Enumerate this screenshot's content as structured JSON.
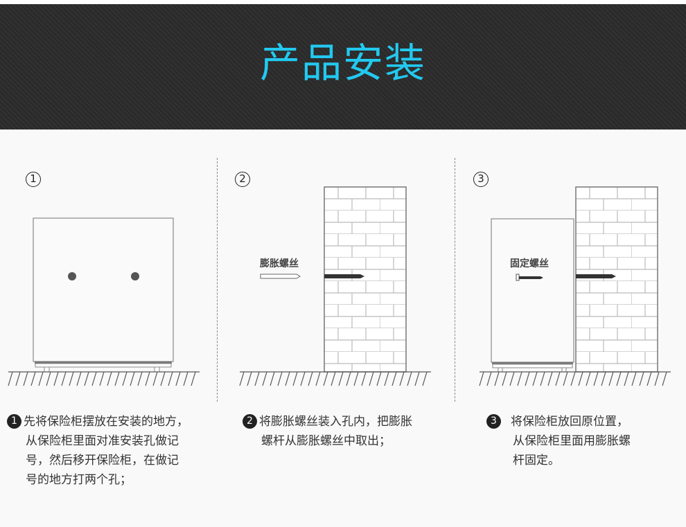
{
  "title": "产品安装",
  "colors": {
    "title": "#22c9f0",
    "header_bg": "#2a2a2a"
  },
  "steps": [
    {
      "number": "1",
      "diagram_label": "",
      "lines": [
        "先将保险柜摆放在安装的地方，",
        "从保险柜里面对准安装孔做记",
        "号，然后移开保险柜，在做记",
        "号的地方打两个孔；"
      ]
    },
    {
      "number": "2",
      "diagram_label": "膨胀螺丝",
      "lines": [
        "将膨胀螺丝装入孔内，把膨胀",
        "螺杆从膨胀螺丝中取出；"
      ]
    },
    {
      "number": "3",
      "diagram_label": "固定螺丝",
      "lines": [
        "将保险柜放回原位置，",
        "从保险柜里面用膨胀螺",
        "杆固定。"
      ]
    }
  ]
}
